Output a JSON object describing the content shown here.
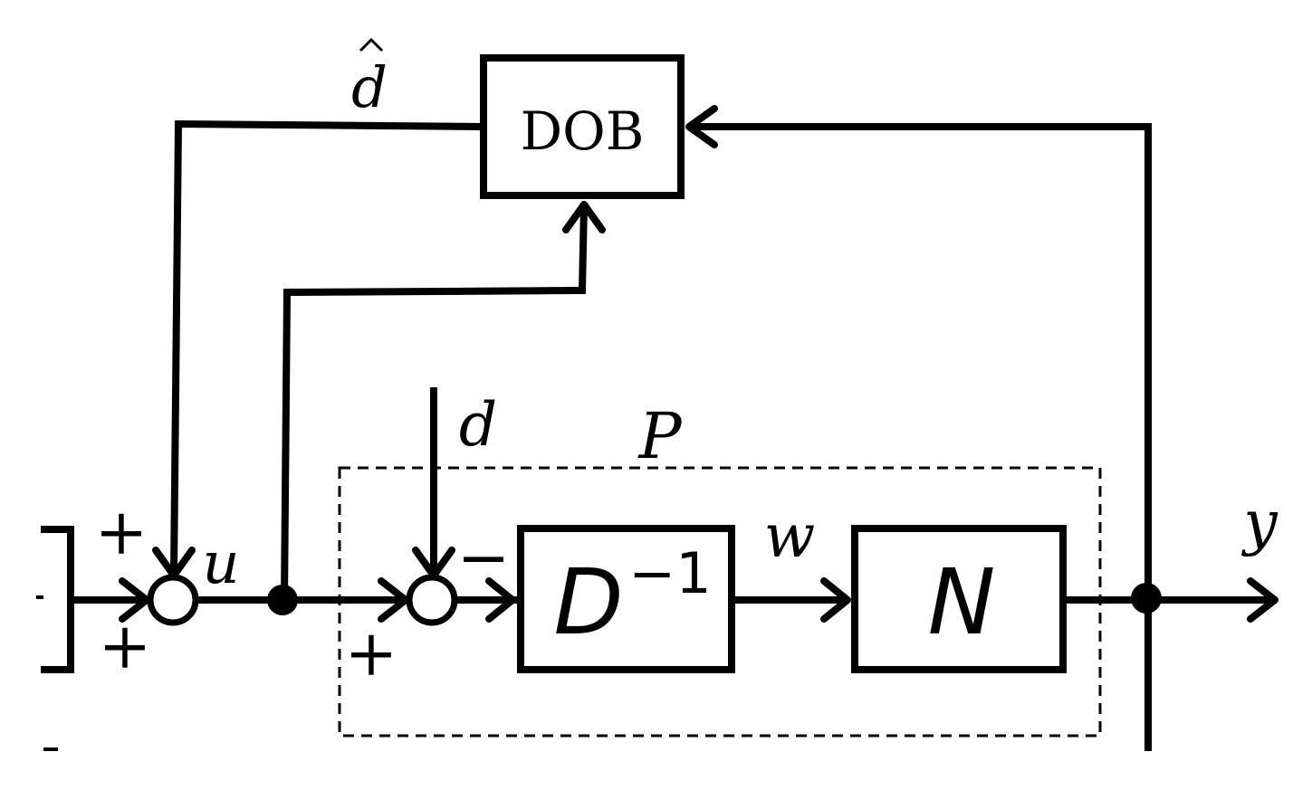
{
  "blocks": {
    "dob": "DOB",
    "dinv_base": "D",
    "dinv_sup": "−1",
    "n": "N"
  },
  "signals": {
    "d_hat": "d",
    "u": "u",
    "d": "d",
    "w": "w",
    "y": "y",
    "p": "P"
  },
  "signs": {
    "sum1_top": "+",
    "sum1_bottom": "+",
    "sum2_top": "−",
    "sum2_bottom": "+"
  }
}
